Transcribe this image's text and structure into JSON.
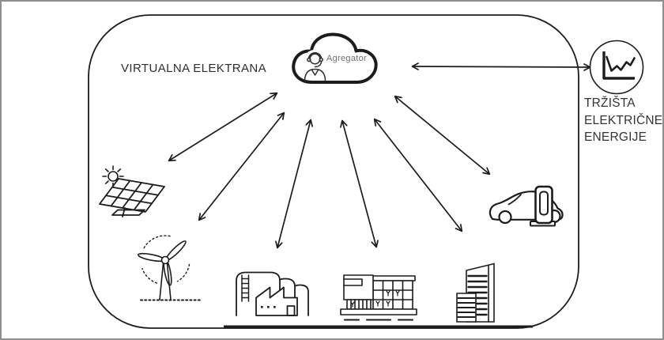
{
  "frame": {
    "border_color": "#8f8f8f",
    "background": "#ffffff"
  },
  "diagram": {
    "title": "VIRTUALNA ELEKTRANA",
    "aggregator": {
      "label": "Agregator",
      "icon": "cloud-with-agent-headset-icon"
    },
    "market": {
      "icon": "line-chart-in-circle-icon",
      "lines": [
        "TRŽIŠTA",
        "ELEKTRIČNE",
        "ENERGIJE"
      ]
    },
    "resources": [
      "solar-panel-icon",
      "wind-turbine-icon",
      "factory-icon",
      "commercial-building-icon",
      "office-building-icon",
      "ev-charging-station-icon"
    ],
    "connections": "double-headed arrows between aggregator and each resource, and between aggregator and market",
    "colors": {
      "line": "#1c1c1c",
      "title_text": "#2e2e2e",
      "muted_text": "#6e6e6e"
    }
  }
}
